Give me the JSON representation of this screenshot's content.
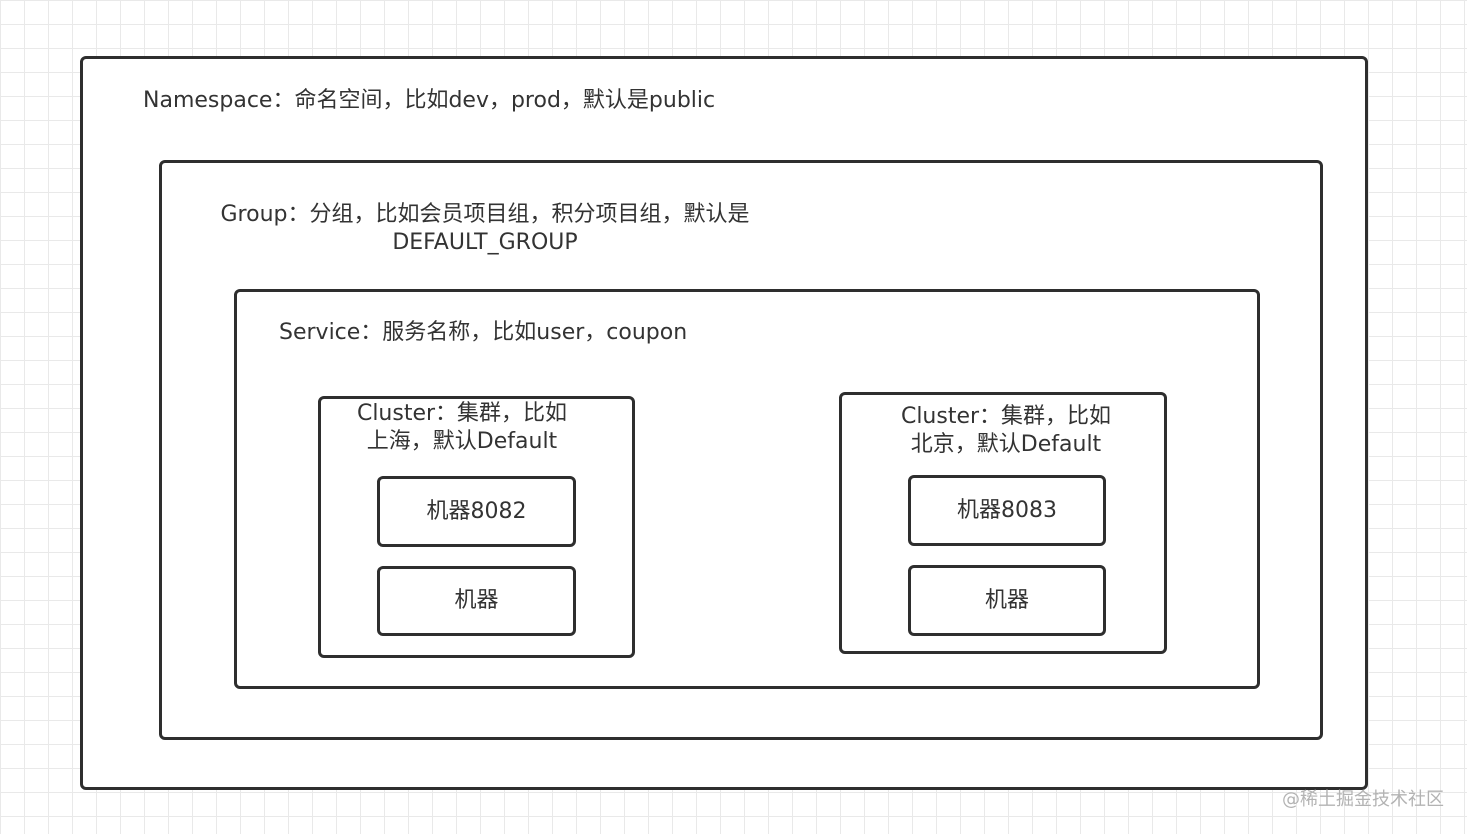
{
  "namespace": {
    "label": "Namespace：命名空间，比如dev，prod，默认是public"
  },
  "group": {
    "label_line1": "Group：分组，比如会员项目组，积分项目组，默认是",
    "label_line2": "DEFAULT_GROUP"
  },
  "service": {
    "label": "Service：服务名称，比如user，coupon"
  },
  "clusters": [
    {
      "label_line1": "Cluster：集群，比如",
      "label_line2": "上海，默认Default",
      "machines": [
        {
          "label": "机器8082"
        },
        {
          "label": "机器"
        }
      ]
    },
    {
      "label_line1": "Cluster：集群，比如",
      "label_line2": "北京，默认Default",
      "machines": [
        {
          "label": "机器8083"
        },
        {
          "label": "机器"
        }
      ]
    }
  ],
  "watermark": "@稀土掘金技术社区",
  "colors": {
    "border": "#2e2e2e",
    "text": "#333333",
    "grid": "#e9e9e9",
    "watermark": "#b3b3b3",
    "fill": "#ffffff"
  }
}
